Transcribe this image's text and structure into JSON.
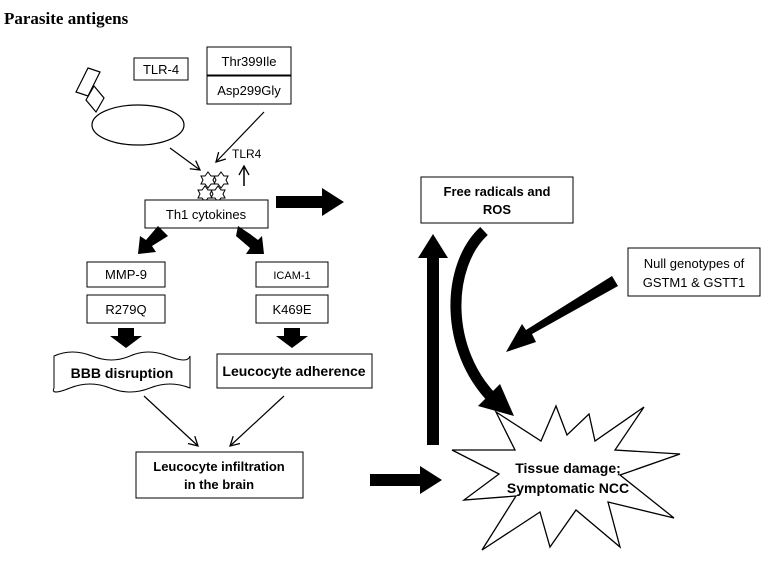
{
  "title": "Parasite antigens",
  "labels": {
    "tlr4_box": "TLR-4",
    "thr399ile": "Thr399Ile",
    "asp299gly": "Asp299Gly",
    "tlr4_text": "TLR4",
    "th1": "Th1 cytokines",
    "mmp9": "MMP-9",
    "r279q": "R279Q",
    "icam1": "ICAM-1",
    "k469e": "K469E",
    "bbb": "BBB disruption",
    "leucocyte_adherence": "Leucocyte adherence",
    "infiltration_line1": "Leucocyte infiltration",
    "infiltration_line2": "in the brain",
    "free_radicals_line1": "Free radicals and",
    "free_radicals_line2": "ROS",
    "null_line1": "Null genotypes of",
    "null_line2": "GSTM1 & GSTT1",
    "tissue_line1": "Tissue damage;",
    "tissue_line2": "Symptomatic NCC"
  }
}
